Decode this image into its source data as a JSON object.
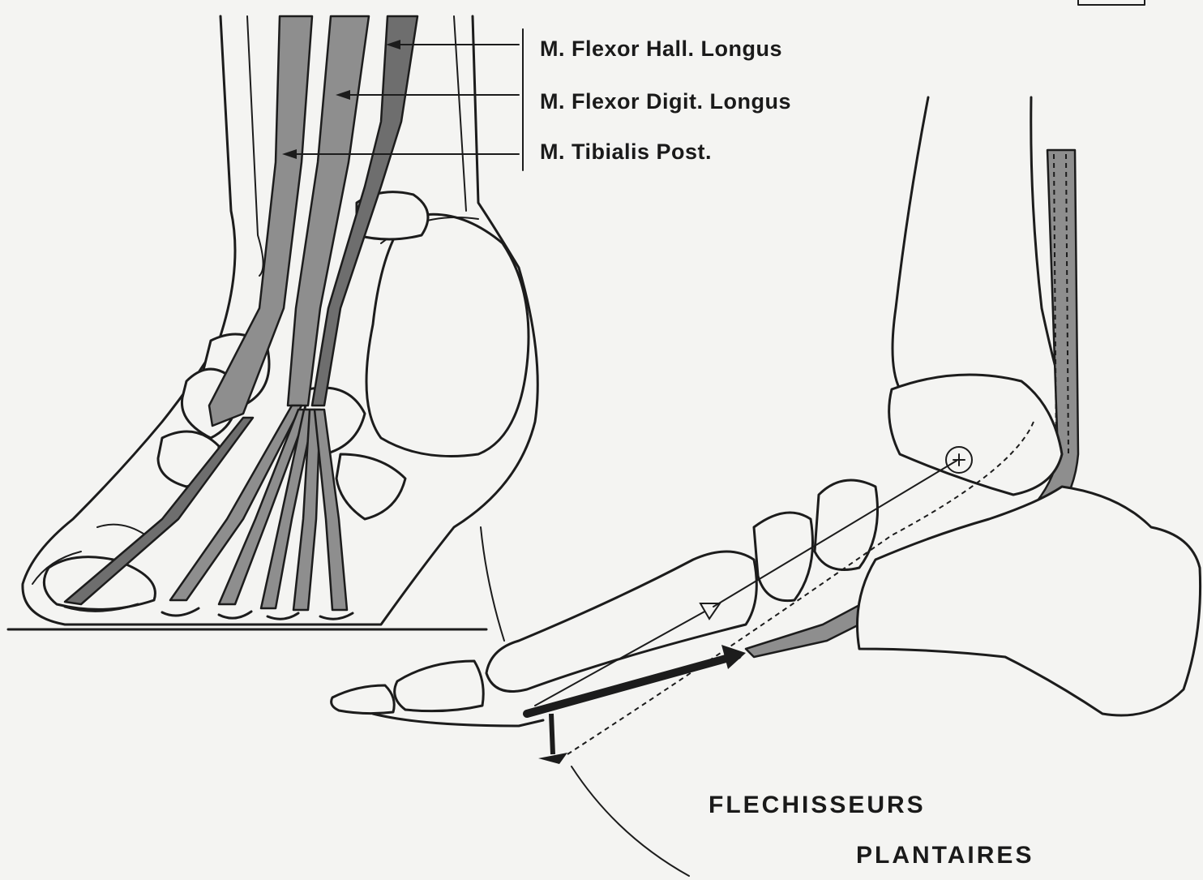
{
  "labels": {
    "flexor_hallucis": "M. Flexor Hall. Longus",
    "flexor_digit": "M. Flexor Digit. Longus",
    "tibialis_post": "M. Tibialis Post."
  },
  "caption": {
    "line1": "FLECHISSEURS",
    "line2": "PLANTAIRES"
  }
}
